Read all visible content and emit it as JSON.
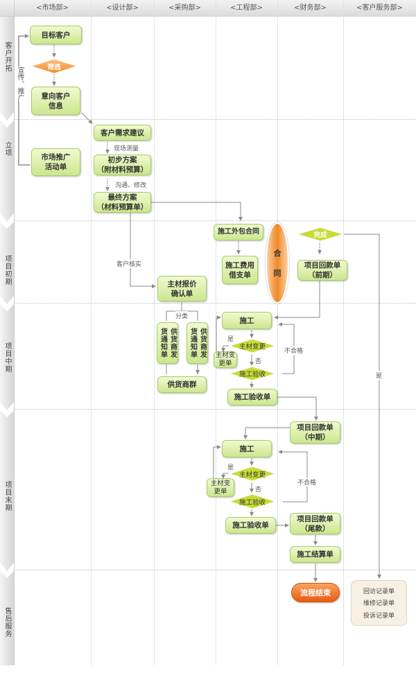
{
  "departments": [
    "<市场部>",
    "<设计部>",
    "<采购部>",
    "<工程部>",
    "<财务部>",
    "<客户服务部>"
  ],
  "phases": [
    "客户开拓",
    "立项",
    "项目初期",
    "项目中期",
    "项目末期",
    "售后服务"
  ],
  "nodes": {
    "target": "目标客户",
    "filter": "筛选",
    "intent": "意向客户\n信息",
    "promo": "市场推广\n活动单",
    "demand": "客户需求建议",
    "prelim": "初步方案\n（附材料预算）",
    "final": "最终方案\n（材料预算单）",
    "quote": "主材报价\n确认单",
    "notice1": "供货商发\n货通知单",
    "notice2": "供货商发\n货通知单",
    "suppliers": "供货商群",
    "outsource": "施工外包合同",
    "loan": "施工费用\n借支单",
    "contract": [
      "合",
      "同"
    ],
    "done": "完成",
    "pay_early": "项目回款单\n（前期）",
    "build1": "施工",
    "change1": "主材变更",
    "change_form1": "主材变\n更单",
    "inspect1": "施工验收",
    "inspect_form1": "施工验收单",
    "pay_mid": "项目回款单\n（中期）",
    "build2": "施工",
    "change2": "主材变更",
    "change_form2": "主材变\n更单",
    "inspect2": "施工验收",
    "inspect_form2": "施工验收单",
    "pay_final": "项目回款单\n（尾款）",
    "settle": "施工结算单",
    "end": "流程结束",
    "service": [
      "回访记录单",
      "维修记录单",
      "投诉记录单"
    ]
  },
  "labels": {
    "promote": "宣传、推广",
    "survey": "现场测量",
    "communicate": "沟通、修改",
    "verify": "客户核实",
    "classify": "分类",
    "yes1": "是",
    "no1": "否",
    "fail1": "不合格",
    "yes2": "是",
    "no2": "否",
    "fail2": "不合格",
    "yes_service": "是"
  }
}
